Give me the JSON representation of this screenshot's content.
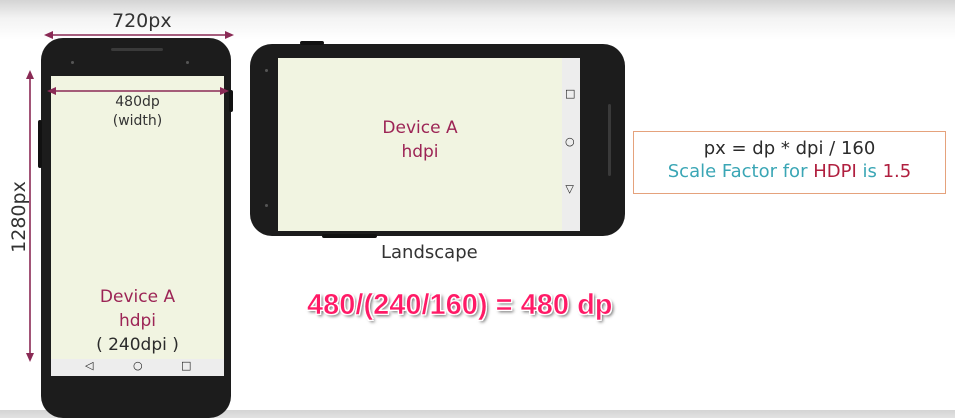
{
  "colors": {
    "measure_line": "#8a2a55",
    "device_text": "#9c2455",
    "screen": "#f1f4e1",
    "phone_body": "#1c1c1c",
    "formula_box_border": "#e5a27c",
    "scale_teal": "#3aa6b5",
    "scale_accent": "#b01f3f",
    "equation_text": "#ff1a66"
  },
  "portrait": {
    "width_px_label": "720px",
    "height_px_label": "1280px",
    "width_dp_label": "480dp",
    "width_dp_sub": "(width)",
    "device_name": "Device A",
    "density": "hdpi",
    "dpi": "( 240dpi )",
    "nav_icons": [
      "back-icon",
      "home-icon",
      "recents-icon"
    ]
  },
  "landscape": {
    "device_name": "Device A",
    "density": "hdpi",
    "caption": "Landscape",
    "nav_icons": [
      "recents-icon",
      "home-icon",
      "back-icon"
    ]
  },
  "formula": {
    "line1": "px = dp * dpi / 160",
    "scale_prefix": "Scale Factor for ",
    "scale_highlight": "HDPI",
    "scale_mid": " is ",
    "scale_value": "1.5"
  },
  "equation": "480/(240/160) = 480 dp"
}
